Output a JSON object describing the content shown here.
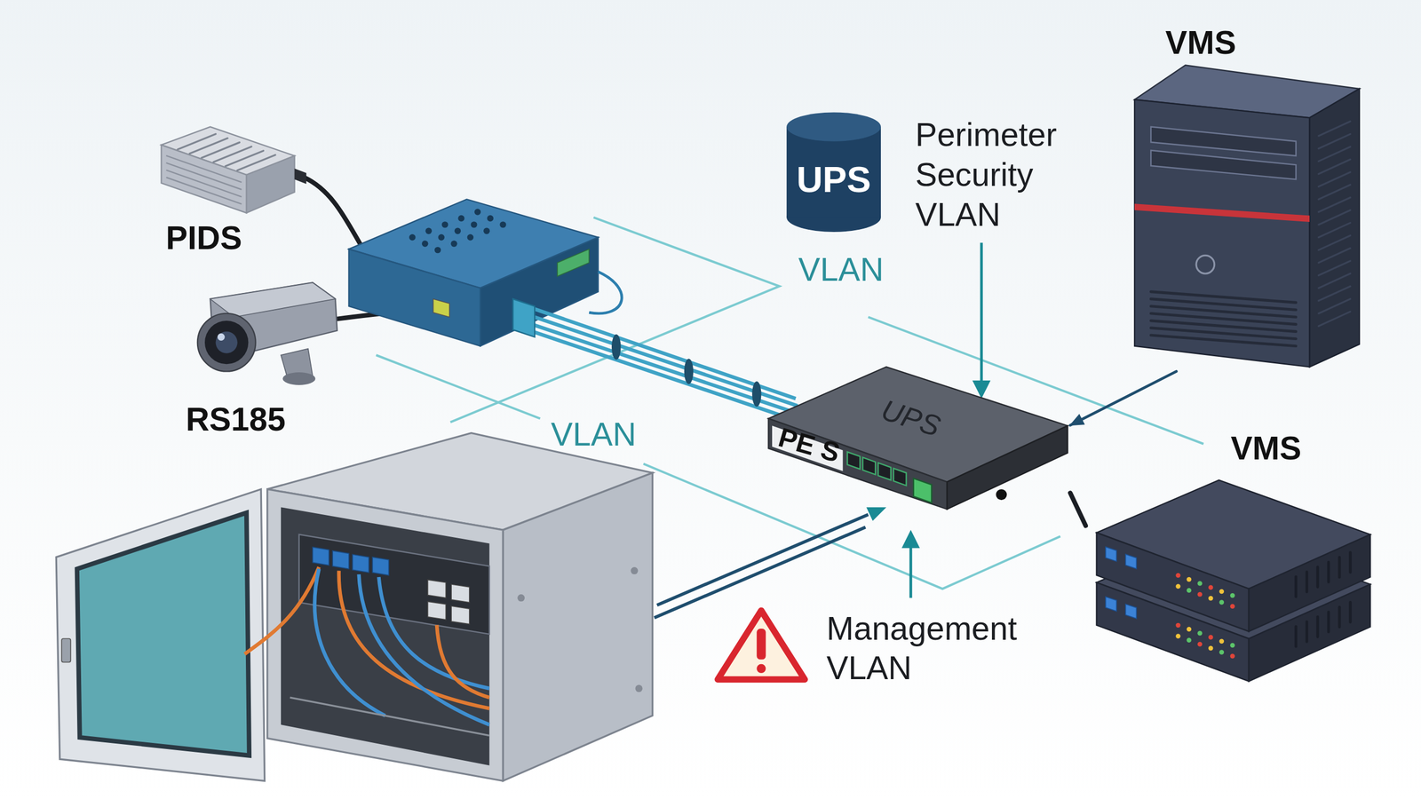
{
  "diagram": {
    "nodes": [
      {
        "text": [
          "VMS"
        ]
      },
      {
        "text": [
          "UPS"
        ]
      },
      {
        "text": [
          "PIDS"
        ]
      },
      {
        "text": [
          "RS185"
        ]
      },
      {
        "text": [
          "UPS",
          "PE S"
        ]
      },
      {
        "text": [
          "VMS"
        ]
      }
    ],
    "edges": [
      {
        "from": 0,
        "to": 4,
        "arrow": "to"
      },
      {
        "from": 4,
        "to": 5,
        "arrow": "none"
      }
    ],
    "labels": [
      "Perimeter Security VLAN",
      "VLAN",
      "VLAN",
      "Management VLAN"
    ]
  }
}
